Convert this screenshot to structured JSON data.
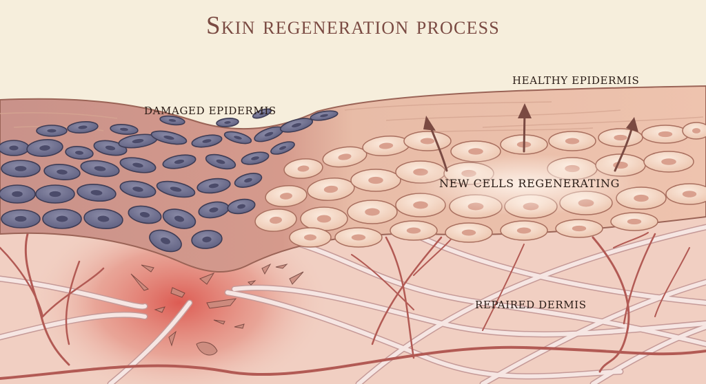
{
  "title": "Skin regeneration process",
  "labels": {
    "damaged_epidermis": "DAMAGED EPIDERMIS",
    "healthy_epidermis": "HEALTHY EPIDERMIS",
    "new_cells": "NEW CELLS REGENERATING",
    "repaired_dermis": "REPAIRED DERMIS"
  },
  "regions": [
    {
      "id": "damaged-epidermis",
      "state": "damaged"
    },
    {
      "id": "healthy-epidermis",
      "state": "healthy"
    },
    {
      "id": "new-cells",
      "state": "regenerating"
    },
    {
      "id": "repaired-dermis",
      "state": "repaired"
    }
  ],
  "colors": {
    "background": "#f6eedc",
    "title": "#7a4a42",
    "label_text": "#2a1c16",
    "damaged_cell": "#6e6f8e",
    "healthy_cell": "#f3d4c0",
    "cell_outline": "#9a6356",
    "dermis": "#f1cfc2",
    "inflammation": "#d9534a",
    "vessel": "#b9605a",
    "collagen_fiber": "#f4e2e0",
    "arrow": "#7a4a42"
  },
  "arrows": [
    {
      "name": "upward-arrow-left",
      "direction": "up"
    },
    {
      "name": "upward-arrow-center",
      "direction": "up"
    },
    {
      "name": "upward-arrow-right",
      "direction": "up"
    }
  ]
}
